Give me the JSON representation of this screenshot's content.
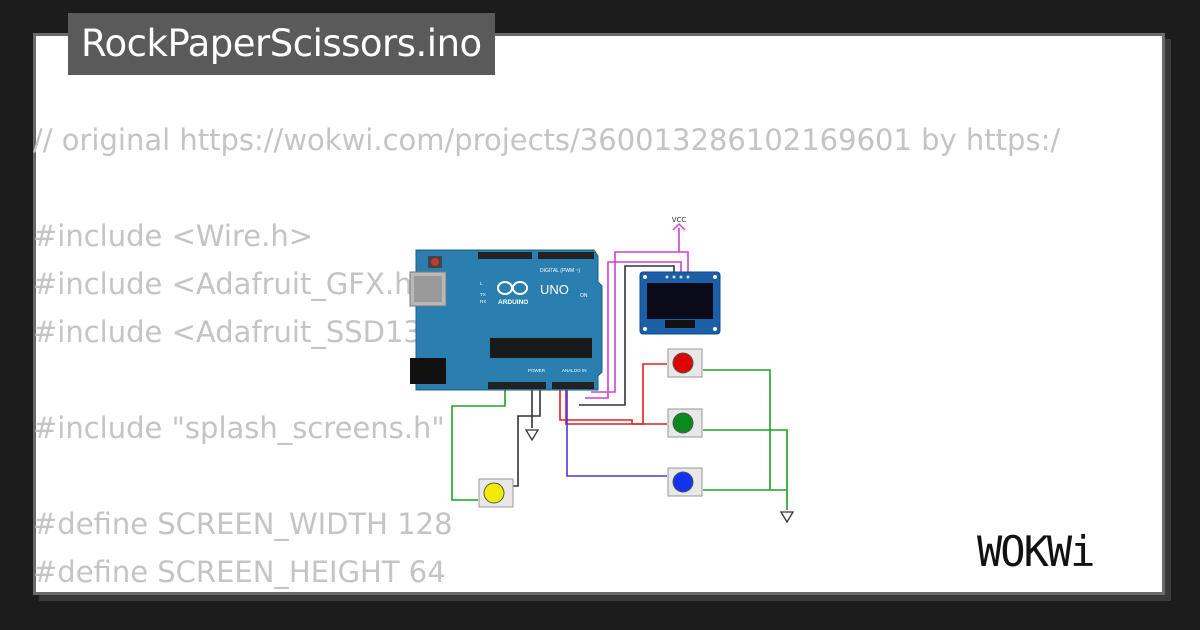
{
  "window": {
    "title": "RockPaperScissors.ino"
  },
  "code": {
    "lines": [
      "// original https://wokwi.com/projects/360013286102169601 by https:/",
      "",
      "#include <Wire.h>",
      "#include <Adafruit_GFX.h>",
      "#include <Adafruit_SSD1306.h>",
      "",
      "#include \"splash_screens.h\"",
      "",
      "#define SCREEN_WIDTH 128",
      "#define SCREEN_HEIGHT 64"
    ]
  },
  "circuit": {
    "vcc_label": "VCC",
    "board": {
      "brand": "ARDUINO",
      "model": "UNO",
      "digital_label": "DIGITAL (PWM ~)",
      "power_label": "POWER",
      "analog_label": "ANALOG IN",
      "on_label": "ON",
      "tx_label": "TX",
      "rx_label": "RX",
      "l_label": "L"
    },
    "buttons": [
      {
        "id": "red",
        "color": "#e00000"
      },
      {
        "id": "green",
        "color": "#0a8a1a"
      },
      {
        "id": "blue",
        "color": "#1133ee"
      },
      {
        "id": "yellow",
        "color": "#f2ea00"
      }
    ],
    "wire_colors": {
      "magenta": "#d040d0",
      "red": "#e02020",
      "green": "#20a020",
      "blue": "#5533dd",
      "black": "#333333"
    },
    "board_color": "#2a7fb0",
    "display_color": "#1a5fa8"
  },
  "brand": {
    "logo": "WOKWi"
  }
}
